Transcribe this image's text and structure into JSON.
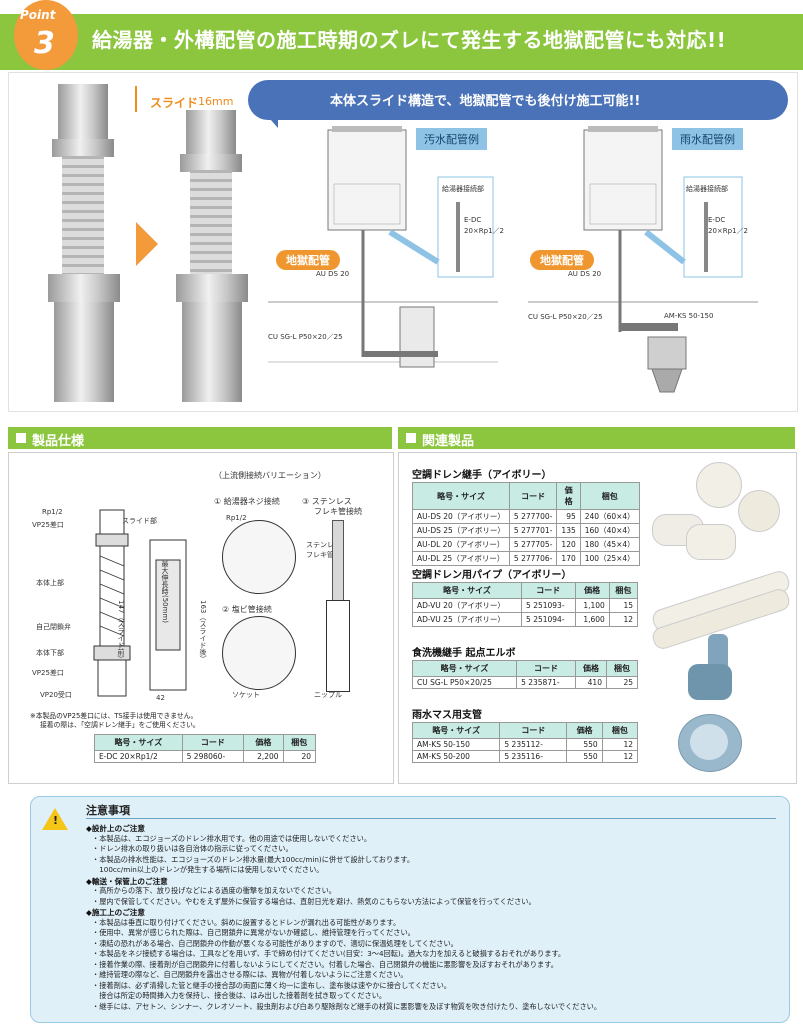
{
  "header": {
    "point_label": "Point",
    "point_number": "3",
    "title": "給湯器・外構配管の施工時期のズレにて発生する地獄配管にも対応!!"
  },
  "illustration": {
    "slide_label": "スライド",
    "slide_mm": "16mm",
    "bubble_text": "本体スライド構造で、地獄配管でも後付け施工可能!!",
    "left_case": {
      "tag": "汚水配管例",
      "connection_label": "給湯器接続部",
      "edc_label": "E-DC",
      "edc_size": "20×Rp1／2",
      "hell_tag": "地獄配管",
      "au_label": "AU DS 20",
      "cu_label": "CU SG-L P50×20／25"
    },
    "right_case": {
      "tag": "雨水配管例",
      "connection_label": "給湯器接続部",
      "edc_label": "E-DC",
      "edc_size": "20×Rp1／2",
      "hell_tag": "地獄配管",
      "au_label": "AU DS 20",
      "cu_label": "CU SG-L P50×20／25",
      "am_label": "AM-KS 50-150"
    }
  },
  "spec": {
    "section_title": "製品仕様",
    "variation_title": "（上流側接続バリエーション）",
    "var1": "① 給湯器ネジ接続",
    "var3_line1": "③ ステンレス",
    "var3_line2": "フレキ管接続",
    "var2": "② 塩ビ管接続",
    "rp_label": "Rp1/2",
    "rp_label_small": "Rp1/2",
    "stainless_line1": "ステンレス",
    "stainless_line2": "フレキ管",
    "socket_label": "ソケット",
    "nipple_label": "ニップル",
    "slide_part": "スライド部",
    "vp25_top": "VP25差口",
    "body_upper": "本体上部",
    "self_valve": "自己閉鎖弁",
    "body_lower": "本体下部",
    "vp25_mid": "VP25差口",
    "vp20": "VP20受口",
    "dim_slide_end": "最大伸長時(50mm)",
    "dim_147": "147（スライド前）",
    "dim_163": "163（スライド後）",
    "dim_42": "42",
    "note_line1": "※本製品のVP25差口には、TS接手は使用できません。",
    "note_line2": "接着の際は、「空調ドレン継手」をご使用ください。",
    "table": {
      "headers": [
        "略号・サイズ",
        "コード",
        "価格",
        "梱包"
      ],
      "rows": [
        [
          "E-DC 20×Rp1/2",
          "5 298060-",
          "2,200",
          "20"
        ]
      ]
    }
  },
  "related": {
    "section_title": "関連製品",
    "groups": [
      {
        "title": "空調ドレン継手（アイボリー）",
        "headers": [
          "略号・サイズ",
          "コード",
          "価格",
          "梱包"
        ],
        "rows": [
          [
            "AU-DS 20（アイボリー）",
            "5 277700-",
            "95",
            "240（60×4）"
          ],
          [
            "AU-DS 25（アイボリー）",
            "5 277701-",
            "135",
            "160（40×4）"
          ],
          [
            "AU-DL 20（アイボリー）",
            "5 277705-",
            "120",
            "180（45×4）"
          ],
          [
            "AU-DL 25（アイボリー）",
            "5 277706-",
            "170",
            "100（25×4）"
          ]
        ]
      },
      {
        "title": "空調ドレン用パイプ（アイボリー）",
        "headers": [
          "略号・サイズ",
          "コード",
          "価格",
          "梱包"
        ],
        "rows": [
          [
            "AD-VU 20（アイボリー）",
            "5 251093-",
            "1,100",
            "15"
          ],
          [
            "AD-VU 25（アイボリー）",
            "5 251094-",
            "1,600",
            "12"
          ]
        ]
      },
      {
        "title": "食洗機継手 起点エルボ",
        "headers": [
          "略号・サイズ",
          "コード",
          "価格",
          "梱包"
        ],
        "rows": [
          [
            "CU SG-L P50×20/25",
            "5 235871-",
            "410",
            "25"
          ]
        ]
      },
      {
        "title": "雨水マス用支管",
        "headers": [
          "略号・サイズ",
          "コード",
          "価格",
          "梱包"
        ],
        "rows": [
          [
            "AM-KS 50-150",
            "5 235112-",
            "550",
            "12"
          ],
          [
            "AM-KS 50-200",
            "5 235116-",
            "550",
            "12"
          ]
        ]
      }
    ]
  },
  "caution": {
    "title": "注意事項",
    "icon": "warning-icon",
    "sections": [
      {
        "heading": "◆設計上のご注意",
        "lines": [
          "・本製品は、エコジョーズのドレン排水用です。他の用途では使用しないでください。",
          "・ドレン排水の取り扱いは各自治体の指示に従ってください。",
          "・本製品の排水性能は、エコジョーズのドレン排水量(最大100cc/min)に併せて設計しております。",
          "　100cc/min以上のドレンが発生する場所には使用しないでください。"
        ]
      },
      {
        "heading": "◆輸送・保管上のご注意",
        "lines": [
          "・高所からの落下、放り投げなどによる過度の衝撃を加えないでください。",
          "・屋内で保管してください。やむをえず屋外に保管する場合は、直射日光を避け、熱気のこもらない方法によって保管を行ってください。"
        ]
      },
      {
        "heading": "◆施工上のご注意",
        "lines": [
          "・本製品は垂直に取り付けてください。斜めに設置するとドレンが漏れ出る可能性があります。",
          "・使用中、異常が感じられた際は、自己閉鎖弁に異常がないか確認し、維持管理を行ってください。",
          "・凍結の恐れがある場合、自己閉鎖弁の作動が悪くなる可能性がありますので、適切に保温処理をしてください。",
          "・本製品をネジ接続する場合は、工具などを用いず、手で締め付けてください(目安：3～4回転)。過大な力を加えると破損するおそれがあります。",
          "・接着作業の際、接着剤が自己閉鎖弁に付着しないようにしてください。付着した場合、自己閉鎖弁の機能に悪影響を及ぼすおそれがあります。",
          "・維持管理の際など、自己閉鎖弁を露出させる際には、異物が付着しないようにご注意ください。",
          "・接着剤は、必ず清掃した管と継手の接合部の両面に薄く均一に塗布し、塗布後は速やかに接合してください。",
          "　接合は所定の時間挿入力を保持し、接合後は、はみ出した接着剤を拭き取ってください。",
          "・継手には、アセトン、シンナー、クレオソート、殺虫剤および白あり駆除剤など継手の材質に悪影響を及ぼす物質を吹き付けたり、塗布しないでください。"
        ]
      }
    ]
  },
  "colors": {
    "accent_green": "#8cc63f",
    "accent_orange": "#f39a3a",
    "bubble_blue": "#4a72b8",
    "table_header": "#c8ebe4",
    "caution_bg": "#dff0f9"
  }
}
